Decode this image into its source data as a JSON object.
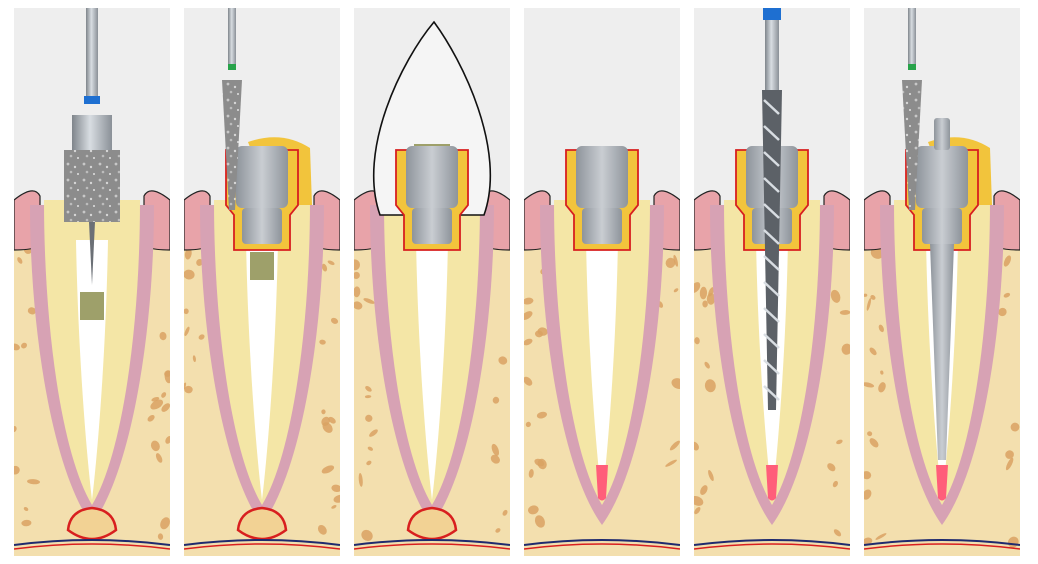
{
  "figure": {
    "kind": "endodontic-procedure-sequence",
    "panel_count": 6,
    "panels": [
      {
        "step": 1,
        "instrument": "diamond-bur-handpiece",
        "has_crown": false,
        "has_post": false,
        "periapical_lesion": true,
        "obturation": "partial",
        "has_composite": false
      },
      {
        "step": 2,
        "instrument": "tapered-diamond-bur",
        "has_crown": false,
        "has_post": true,
        "periapical_lesion": true,
        "obturation": "partial",
        "has_composite": true
      },
      {
        "step": 3,
        "instrument": "none",
        "has_crown": true,
        "has_post": true,
        "periapical_lesion": true,
        "obturation": "none",
        "has_composite": false
      },
      {
        "step": 4,
        "instrument": "none",
        "has_crown": false,
        "has_post": true,
        "periapical_lesion": false,
        "obturation": "apical-plug",
        "has_composite": false
      },
      {
        "step": 5,
        "instrument": "twist-drill",
        "has_crown": false,
        "has_post": true,
        "periapical_lesion": false,
        "obturation": "apical-plug",
        "has_composite": false
      },
      {
        "step": 6,
        "instrument": "tapered-diamond-bur",
        "has_crown": false,
        "has_post": true,
        "periapical_lesion": false,
        "obturation": "apical-plug",
        "has_composite": true
      }
    ],
    "colors": {
      "background": "#ffffff",
      "panel_bg": "#eeeeee",
      "bone": "#f3dfae",
      "bone_spots": "#d9a263",
      "gum": "#e8a3a9",
      "ligament": "#d7a2b4",
      "dentin": "#f4e6a6",
      "canal": "#ffffff",
      "composite": "#f2c43c",
      "post_metal": "#9ea4ab",
      "margin_line": "#d81f1f",
      "gutta_percha": "#ff5e7a",
      "lesion": "#f2d294",
      "nerve_line": "#1f2a6e",
      "crown_fill": "#f5f5f5",
      "green_band": "#27a34a",
      "blue_band": "#1e6fd1"
    }
  }
}
